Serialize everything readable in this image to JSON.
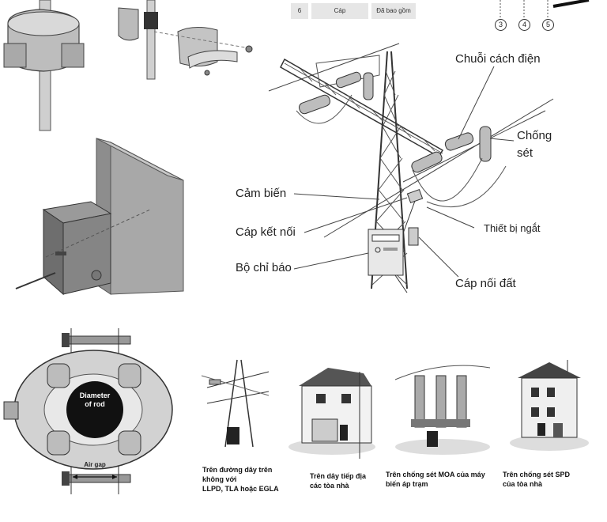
{
  "table_row": {
    "number": "6",
    "item": "Cáp",
    "note": "Đã bao gồm"
  },
  "part_numbers": [
    "3",
    "4",
    "5"
  ],
  "tower_callouts": {
    "insulator_string": "Chuỗi cách điện",
    "surge_arrester_1": "Chống",
    "surge_arrester_2": "sét",
    "sensor": "Cảm biến",
    "connecting_cable": "Cáp kết nối",
    "indicator": "Bộ chỉ báo",
    "disconnector": "Thiết bị ngắt",
    "ground_cable": "Cáp nối đất"
  },
  "rod_diagram": {
    "diameter_label_1": "Diameter",
    "diameter_label_2": "of rod",
    "air_gap": "Air gap"
  },
  "applications": [
    {
      "line1": "Trên đường dây trên",
      "line2": "không với",
      "line3": "LLPD, TLA hoặc EGLA"
    },
    {
      "line1": "Trên dây tiếp địa",
      "line2": "các tòa nhà",
      "line3": ""
    },
    {
      "line1": "Trên chống sét MOA của máy",
      "line2": "biến áp trạm",
      "line3": ""
    },
    {
      "line1": "Trên chống sét SPD",
      "line2": "của tòa nhà",
      "line3": ""
    }
  ]
}
